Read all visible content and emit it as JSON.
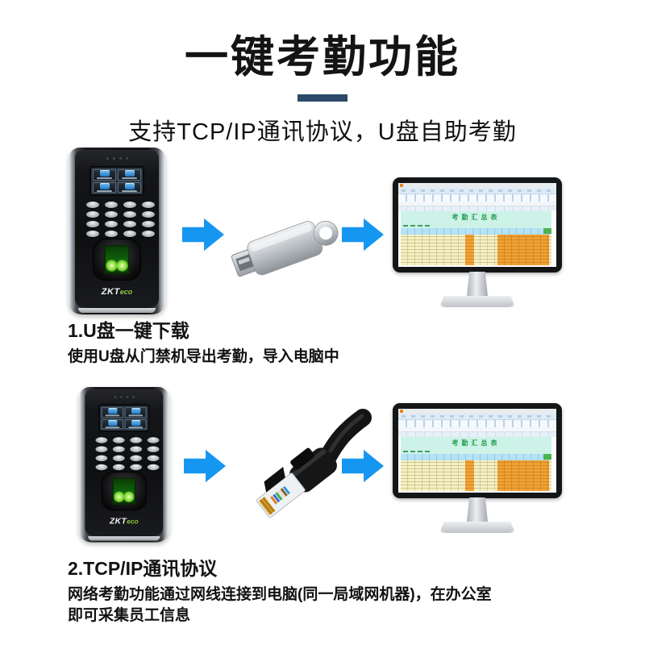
{
  "header": {
    "title": "一键考勤功能",
    "subtitle": "支持TCP/IP通讯协议，U盘自助考勤"
  },
  "sections": [
    {
      "heading": "1.U盘一键下载",
      "description": "使用U盘从门禁机导出考勤，导入电脑中"
    },
    {
      "heading": "2.TCP/IP通讯协议",
      "description": "网络考勤功能通过网线连接到电脑(同一局域网机器)，在办公室\n即可采集员工信息"
    }
  ],
  "device": {
    "brand_zkt": "ZKT",
    "brand_eco": "eco"
  },
  "monitor": {
    "sheet_title": "考勤汇总表"
  },
  "icons": {
    "flow_arrow": "arrow-right-icon",
    "usb": "usb-flash-drive",
    "ethernet": "ethernet-cable-rj45"
  },
  "colors": {
    "arrow": "#1596f0",
    "underline": "#2d4a6b",
    "orange": "#f0a135",
    "sheet_title_text": "#1f9e4a"
  }
}
